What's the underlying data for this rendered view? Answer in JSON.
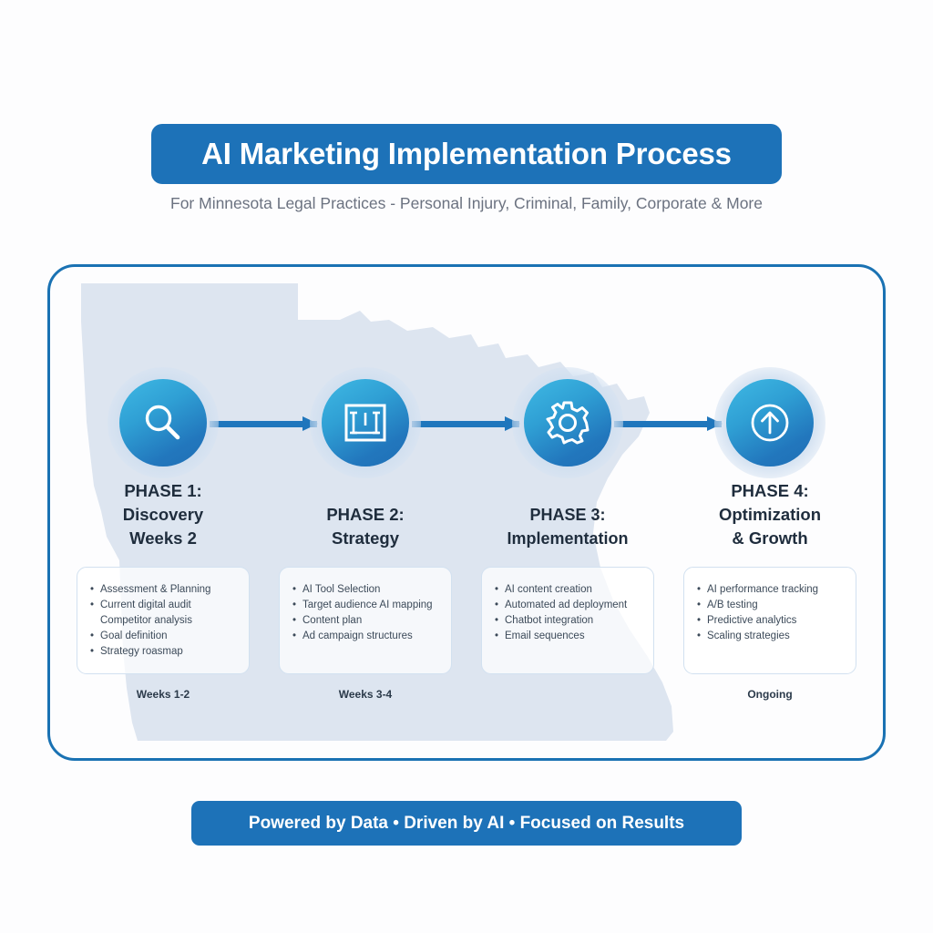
{
  "header": {
    "title": "AI Marketing Implementation Process",
    "subtitle": "For Minnesota Legal Practices - Personal Injury, Criminal, Family, Corporate & More"
  },
  "colors": {
    "banner_blue": "#1d72b8",
    "panel_border": "#1a72b3",
    "arrow_blue": "#1f76bc",
    "circle_gradient_start": "#3fb9e4",
    "circle_gradient_end": "#1f6fb5",
    "map_watermark": "#dde5f0",
    "card_border": "#d2e1f0",
    "heading_text": "#1f2d3d",
    "subtitle_text": "#6b7280",
    "page_background": "#fdfdfe"
  },
  "phases": [
    {
      "icon": "magnifier-icon",
      "title_lines": [
        "PHASE 1:",
        "Discovery",
        "Weeks 2"
      ],
      "items": [
        {
          "text": "Assessment & Planning",
          "bulleted": true
        },
        {
          "text": "Current digital audit",
          "bulleted": true
        },
        {
          "text": "Competitor analysis",
          "bulleted": false
        },
        {
          "text": "Goal definition",
          "bulleted": true
        },
        {
          "text": "Strategy roasmap",
          "bulleted": true
        }
      ],
      "duration": "Weeks 1-2"
    },
    {
      "icon": "blueprint-icon",
      "title_lines": [
        "PHASE 2:",
        "Strategy"
      ],
      "items": [
        {
          "text": "AI Tool Selection",
          "bulleted": true
        },
        {
          "text": "Target audience AI mapping",
          "bulleted": true
        },
        {
          "text": "Content plan",
          "bulleted": true
        },
        {
          "text": "Ad campaign structures",
          "bulleted": true
        }
      ],
      "duration": "Weeks 3-4"
    },
    {
      "icon": "gear-icon",
      "title_lines": [
        "PHASE 3:",
        "Implementation"
      ],
      "items": [
        {
          "text": "AI content creation",
          "bulleted": true
        },
        {
          "text": "Automated ad deployment",
          "bulleted": true
        },
        {
          "text": "Chatbot integration",
          "bulleted": true
        },
        {
          "text": "Email sequences",
          "bulleted": true
        }
      ],
      "duration": ""
    },
    {
      "icon": "arrow-up-circle-icon",
      "title_lines": [
        "PHASE 4:",
        "Optimization",
        "& Growth"
      ],
      "items": [
        {
          "text": "AI performance tracking",
          "bulleted": true
        },
        {
          "text": "A/B testing",
          "bulleted": true
        },
        {
          "text": "Predictive analytics",
          "bulleted": true
        },
        {
          "text": "Scaling strategies",
          "bulleted": true
        }
      ],
      "duration": "Ongoing"
    }
  ],
  "connectors": [
    {
      "name": "arrow-phase1-to-phase2"
    },
    {
      "name": "arrow-phase2-to-phase3"
    },
    {
      "name": "arrow-phase3-to-phase4"
    }
  ],
  "background": {
    "watermark": "minnesota-state-map"
  },
  "footer": {
    "text": "Powered by Data • Driven by AI • Focused on Results"
  }
}
